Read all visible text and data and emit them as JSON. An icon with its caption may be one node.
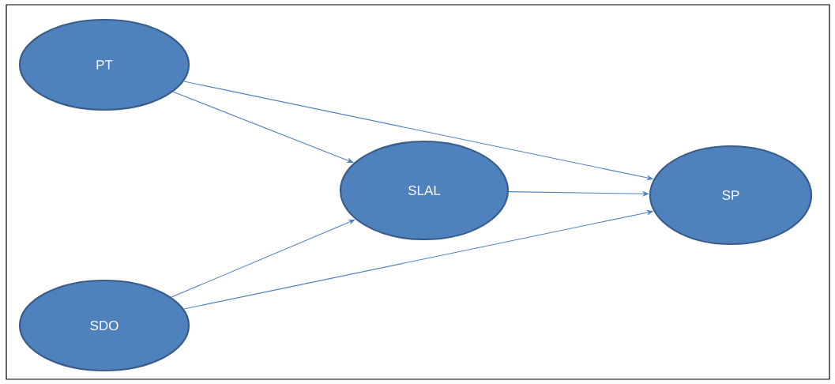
{
  "diagram": {
    "nodes": [
      {
        "text": [
          "PT"
        ]
      },
      {
        "text": [
          "SDO"
        ]
      },
      {
        "text": [
          "SLAL"
        ]
      },
      {
        "text": [
          "SP"
        ]
      }
    ],
    "edges": [
      {
        "from": 0,
        "to": 3,
        "arrow": "to"
      },
      {
        "from": 0,
        "to": 2,
        "arrow": "to"
      },
      {
        "from": 2,
        "to": 3,
        "arrow": "to"
      },
      {
        "from": 1,
        "to": 2,
        "arrow": "to"
      },
      {
        "from": 1,
        "to": 3,
        "arrow": "to"
      }
    ]
  }
}
